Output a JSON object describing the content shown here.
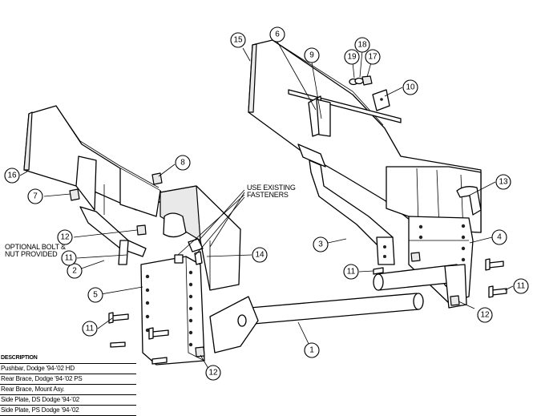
{
  "callouts": [
    {
      "id": "c1",
      "label": "1"
    },
    {
      "id": "c2",
      "label": "2"
    },
    {
      "id": "c3",
      "label": "3"
    },
    {
      "id": "c4",
      "label": "4"
    },
    {
      "id": "c5",
      "label": "5"
    },
    {
      "id": "c6",
      "label": "6"
    },
    {
      "id": "c7",
      "label": "7"
    },
    {
      "id": "c8",
      "label": "8"
    },
    {
      "id": "c9",
      "label": "9"
    },
    {
      "id": "c10",
      "label": "10"
    },
    {
      "id": "c11a",
      "label": "11"
    },
    {
      "id": "c11b",
      "label": "11"
    },
    {
      "id": "c11c",
      "label": "11"
    },
    {
      "id": "c11d",
      "label": "11"
    },
    {
      "id": "c12a",
      "label": "12"
    },
    {
      "id": "c12b",
      "label": "12"
    },
    {
      "id": "c12c",
      "label": "12"
    },
    {
      "id": "c13",
      "label": "13"
    },
    {
      "id": "c14",
      "label": "14"
    },
    {
      "id": "c15",
      "label": "15"
    },
    {
      "id": "c16",
      "label": "16"
    },
    {
      "id": "c17",
      "label": "17"
    },
    {
      "id": "c18",
      "label": "18"
    },
    {
      "id": "c19",
      "label": "19"
    }
  ],
  "notes": {
    "use_existing_line1": "USE EXISTING",
    "use_existing_line2": "FASTENERS",
    "optional_line1": "OPTIONAL BOLT &",
    "optional_line2": "NUT PROVIDED"
  },
  "parts_table": {
    "header": "DESCRIPTION",
    "rows": [
      "Pushbar, Dodge '94-'02 HD",
      "Rear Brace, Dodge '94-'02 PS",
      "Rear Brace, Mount Asy.",
      "Side Plate, DS Dodge '94-'02",
      "Side Plate, PS Dodge '94-'02"
    ]
  }
}
